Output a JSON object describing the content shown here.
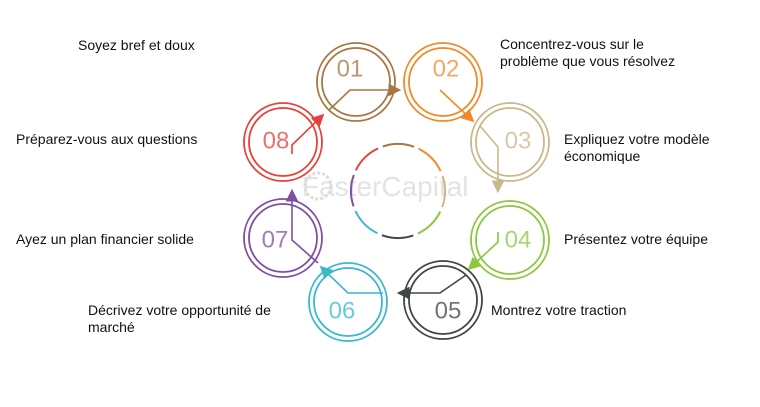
{
  "watermark": "FasterCapital",
  "steps": [
    {
      "number": "01",
      "label": [
        "Soyez bref et doux"
      ],
      "color": "#a77743"
    },
    {
      "number": "02",
      "label": [
        "Concentrez-vous sur le",
        "problème que vous résolvez"
      ],
      "color": "#f08a2a"
    },
    {
      "number": "03",
      "label": [
        "Expliquez votre modèle",
        "économique"
      ],
      "color": "#c9b88c"
    },
    {
      "number": "04",
      "label": [
        "Présentez votre équipe"
      ],
      "color": "#8dc63f"
    },
    {
      "number": "05",
      "label": [
        "Montrez votre traction"
      ],
      "color": "#3f4846"
    },
    {
      "number": "06",
      "label": [
        "Décrivez votre opportunité de",
        "marché"
      ],
      "color": "#3bb8cc"
    },
    {
      "number": "07",
      "label": [
        "Ayez un plan financier solide"
      ],
      "color": "#7e50a3"
    },
    {
      "number": "08",
      "label": [
        "Préparez-vous aux questions"
      ],
      "color": "#e8403a"
    }
  ]
}
